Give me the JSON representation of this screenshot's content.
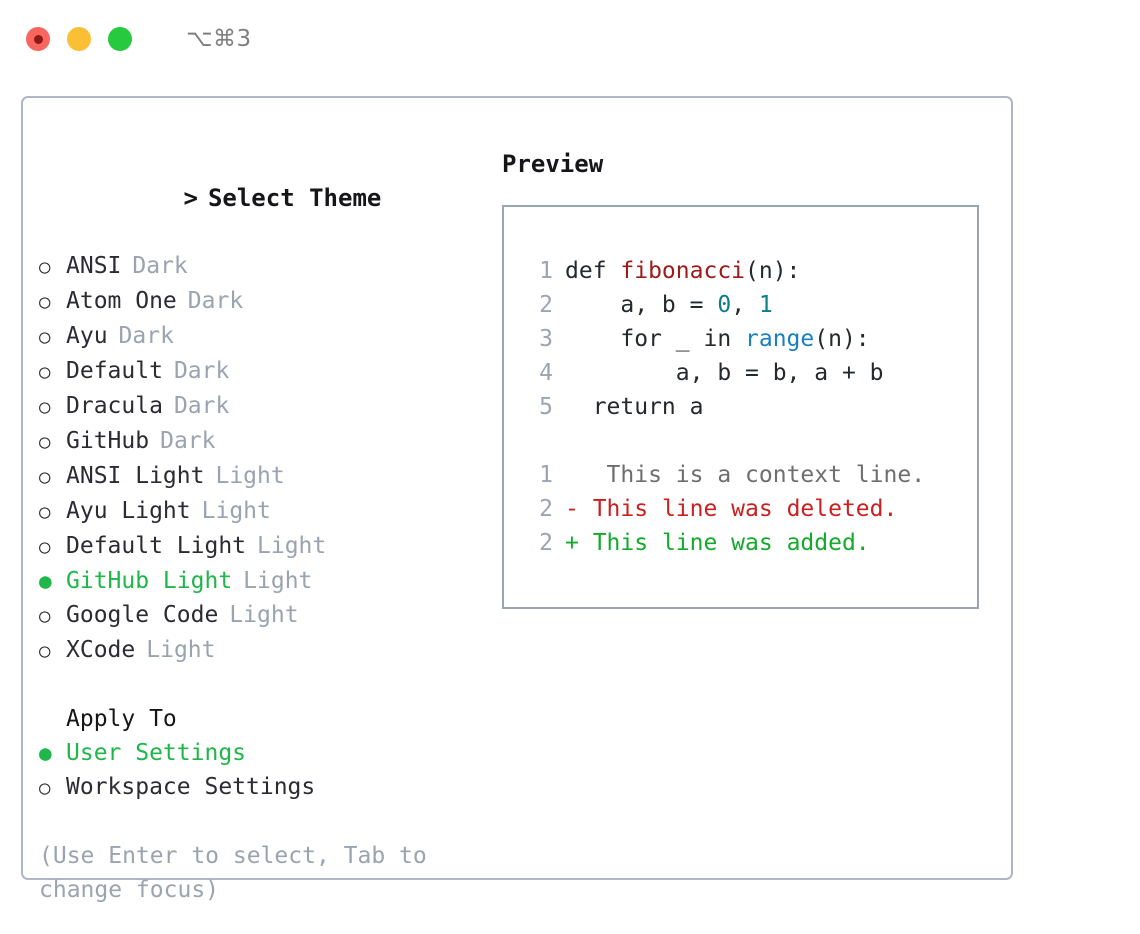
{
  "titlebar": {
    "shortcut": "⌥⌘3",
    "buttons": [
      {
        "name": "close",
        "color": "#f9655f"
      },
      {
        "name": "minimize",
        "color": "#fbbf35"
      },
      {
        "name": "maximize",
        "color": "#27c93f"
      }
    ]
  },
  "theme_picker": {
    "caret": ">",
    "title": "Select Theme",
    "marker_selected": "●",
    "marker_unselected": "○",
    "items": [
      {
        "label": "ANSI",
        "tag": "Dark",
        "selected": false
      },
      {
        "label": "Atom One",
        "tag": "Dark",
        "selected": false
      },
      {
        "label": "Ayu",
        "tag": "Dark",
        "selected": false
      },
      {
        "label": "Default",
        "tag": "Dark",
        "selected": false
      },
      {
        "label": "Dracula",
        "tag": "Dark",
        "selected": false
      },
      {
        "label": "GitHub",
        "tag": "Dark",
        "selected": false
      },
      {
        "label": "ANSI Light",
        "tag": "Light",
        "selected": false
      },
      {
        "label": "Ayu Light",
        "tag": "Light",
        "selected": false
      },
      {
        "label": "Default Light",
        "tag": "Light",
        "selected": false
      },
      {
        "label": "GitHub Light",
        "tag": "Light",
        "selected": true
      },
      {
        "label": "Google Code",
        "tag": "Light",
        "selected": false
      },
      {
        "label": "XCode",
        "tag": "Light",
        "selected": false
      }
    ]
  },
  "apply_to": {
    "title": "Apply To",
    "items": [
      {
        "label": "User Settings",
        "selected": true
      },
      {
        "label": "Workspace Settings",
        "selected": false
      }
    ]
  },
  "hint": "(Use Enter to select, Tab to change focus)",
  "preview": {
    "title": "Preview",
    "code_lines": [
      {
        "num": "1",
        "tokens": [
          {
            "t": "def ",
            "k": "plain"
          },
          {
            "t": "fibonacci",
            "k": "fn"
          },
          {
            "t": "(n):",
            "k": "plain"
          }
        ]
      },
      {
        "num": "2",
        "tokens": [
          {
            "t": "    a, b = ",
            "k": "plain"
          },
          {
            "t": "0",
            "k": "num"
          },
          {
            "t": ", ",
            "k": "plain"
          },
          {
            "t": "1",
            "k": "num"
          }
        ]
      },
      {
        "num": "3",
        "tokens": [
          {
            "t": "    for _ in ",
            "k": "plain"
          },
          {
            "t": "range",
            "k": "bi"
          },
          {
            "t": "(n):",
            "k": "plain"
          }
        ]
      },
      {
        "num": "4",
        "tokens": [
          {
            "t": "        a, b = b, a + b",
            "k": "plain"
          }
        ]
      },
      {
        "num": "5",
        "tokens": [
          {
            "t": "  return a",
            "k": "plain"
          }
        ]
      }
    ],
    "diff_lines": [
      {
        "num": "1",
        "sign": " ",
        "text": "  This is a context line.",
        "kind": "ctx"
      },
      {
        "num": "2",
        "sign": "-",
        "text": " This line was deleted.",
        "kind": "del"
      },
      {
        "num": "2",
        "sign": "+",
        "text": " This line was added.",
        "kind": "add"
      }
    ]
  },
  "colors": {
    "accent_green": "#1fb64a",
    "diff_add": "#13ab2c",
    "diff_del": "#cc1f1f",
    "muted": "#9aa3b0",
    "panel_border": "#aeb7c4",
    "preview_border": "#9aa5b4"
  }
}
